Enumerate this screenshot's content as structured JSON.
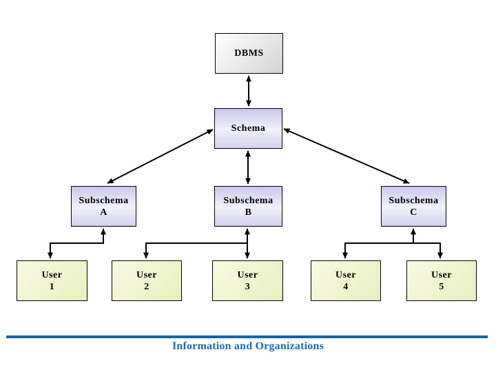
{
  "slide": {
    "nodes": [
      {
        "id": "dbms",
        "line1": "DBMS",
        "line2": "",
        "variant": "gray"
      },
      {
        "id": "schema",
        "line1": "Schema",
        "line2": "",
        "variant": "lavender"
      },
      {
        "id": "subschema-a",
        "line1": "Subschema",
        "line2": "A",
        "variant": "lavender"
      },
      {
        "id": "subschema-b",
        "line1": "Subschema",
        "line2": "B",
        "variant": "lavender"
      },
      {
        "id": "subschema-c",
        "line1": "Subschema",
        "line2": "C",
        "variant": "lavender"
      },
      {
        "id": "user-1",
        "line1": "User",
        "line2": "1",
        "variant": "yellow"
      },
      {
        "id": "user-2",
        "line1": "User",
        "line2": "2",
        "variant": "yellow"
      },
      {
        "id": "user-3",
        "line1": "User",
        "line2": "3",
        "variant": "yellow"
      },
      {
        "id": "user-4",
        "line1": "User",
        "line2": "4",
        "variant": "yellow"
      },
      {
        "id": "user-5",
        "line1": "User",
        "line2": "5",
        "variant": "yellow"
      }
    ],
    "edges": [
      {
        "from": "dbms",
        "to": "schema",
        "arrows": "both"
      },
      {
        "from": "schema",
        "to": "subschema-a",
        "arrows": "both"
      },
      {
        "from": "schema",
        "to": "subschema-b",
        "arrows": "both"
      },
      {
        "from": "schema",
        "to": "subschema-c",
        "arrows": "both"
      },
      {
        "from": "subschema-a",
        "to": "user-1",
        "arrows": "both"
      },
      {
        "from": "subschema-b",
        "to": "user-2",
        "arrows": "both"
      },
      {
        "from": "subschema-b",
        "to": "user-3",
        "arrows": "both"
      },
      {
        "from": "subschema-c",
        "to": "user-4",
        "arrows": "both"
      },
      {
        "from": "subschema-c",
        "to": "user-5",
        "arrows": "both"
      }
    ],
    "footer": {
      "title": "Information and Organizations"
    },
    "colors": {
      "accent_blue_line": "#1563ac",
      "accent_blue_text": "#1a6db8",
      "node_gray_fill": "#d4d4d4",
      "node_lavender_fill": "#c8c8ec",
      "node_yellow_fill": "#eff4cd",
      "connector": "#000000",
      "background": "#ffffff"
    }
  }
}
